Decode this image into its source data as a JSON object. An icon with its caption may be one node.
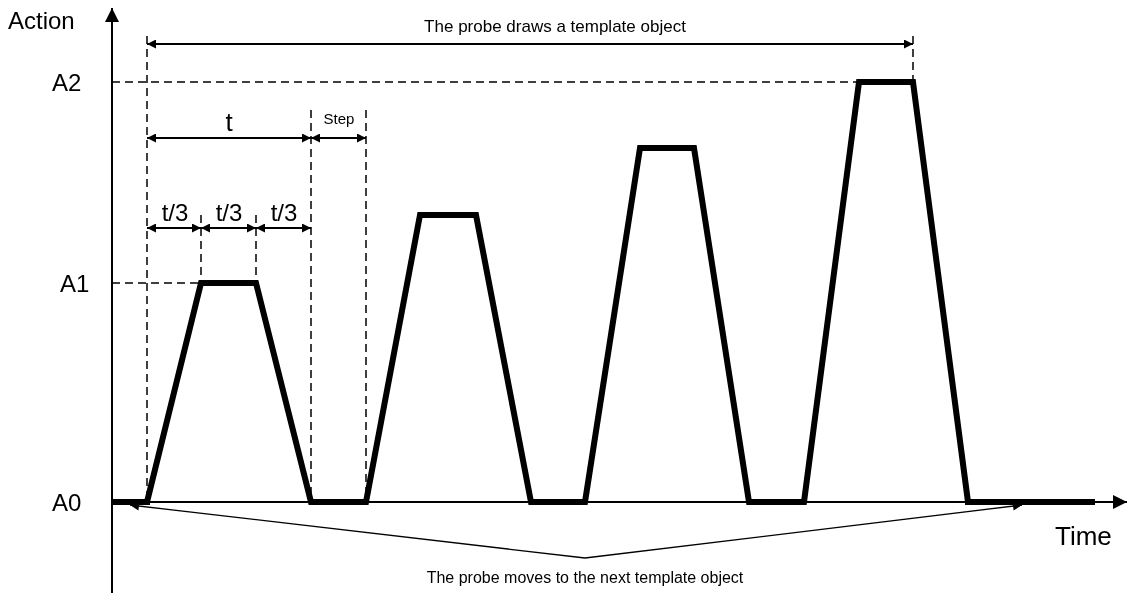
{
  "diagram": {
    "nodes": [
      {
        "text": [
          "The probe moves to the next template object"
        ]
      },
      {
        "text": [],
        "shape": "bar"
      },
      {
        "text": [],
        "shape": "bar"
      }
    ],
    "edges": [
      {
        "from": 0,
        "to": 1,
        "arrow": "to"
      },
      {
        "from": 0,
        "to": 2,
        "arrow": "to"
      }
    ],
    "labels": [
      "Action",
      "The probe draws a template object",
      "A2",
      "t",
      "Step",
      "t/3",
      "t/3",
      "t/3",
      "A1",
      "A0",
      "Time"
    ]
  }
}
